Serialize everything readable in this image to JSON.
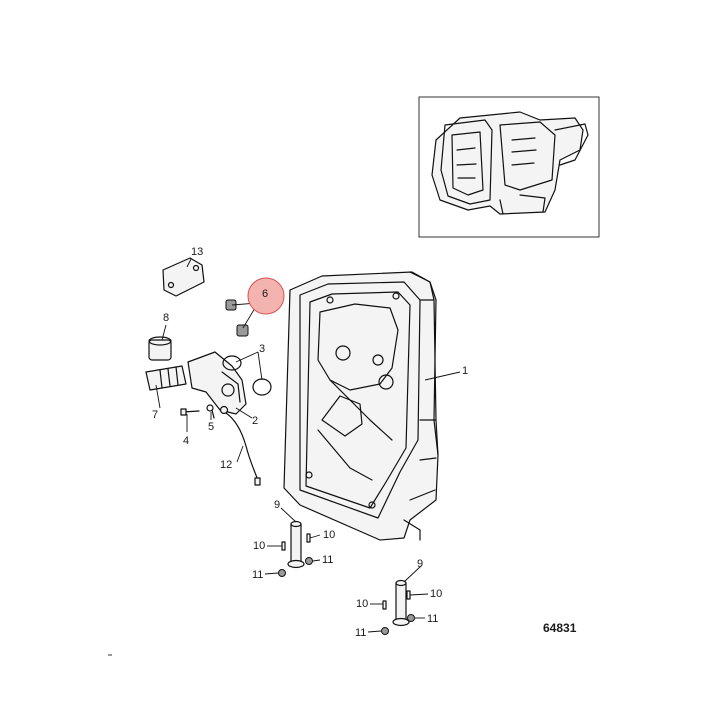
{
  "diagram": {
    "figure_number": "64831",
    "highlight_color": "#f3b3ae",
    "highlight_stroke": "#d9534f",
    "callouts": {
      "c13": "13",
      "c6": "6",
      "c8": "8",
      "c3": "3",
      "c1": "1",
      "c7": "7",
      "c2": "2",
      "c4": "4",
      "c5": "5",
      "c12": "12",
      "c9a": "9",
      "c10a": "10",
      "c10b": "10",
      "c11a": "11",
      "c11b": "11",
      "c9b": "9",
      "c10c": "10",
      "c10d": "10",
      "c11c": "11",
      "c11d": "11"
    }
  }
}
